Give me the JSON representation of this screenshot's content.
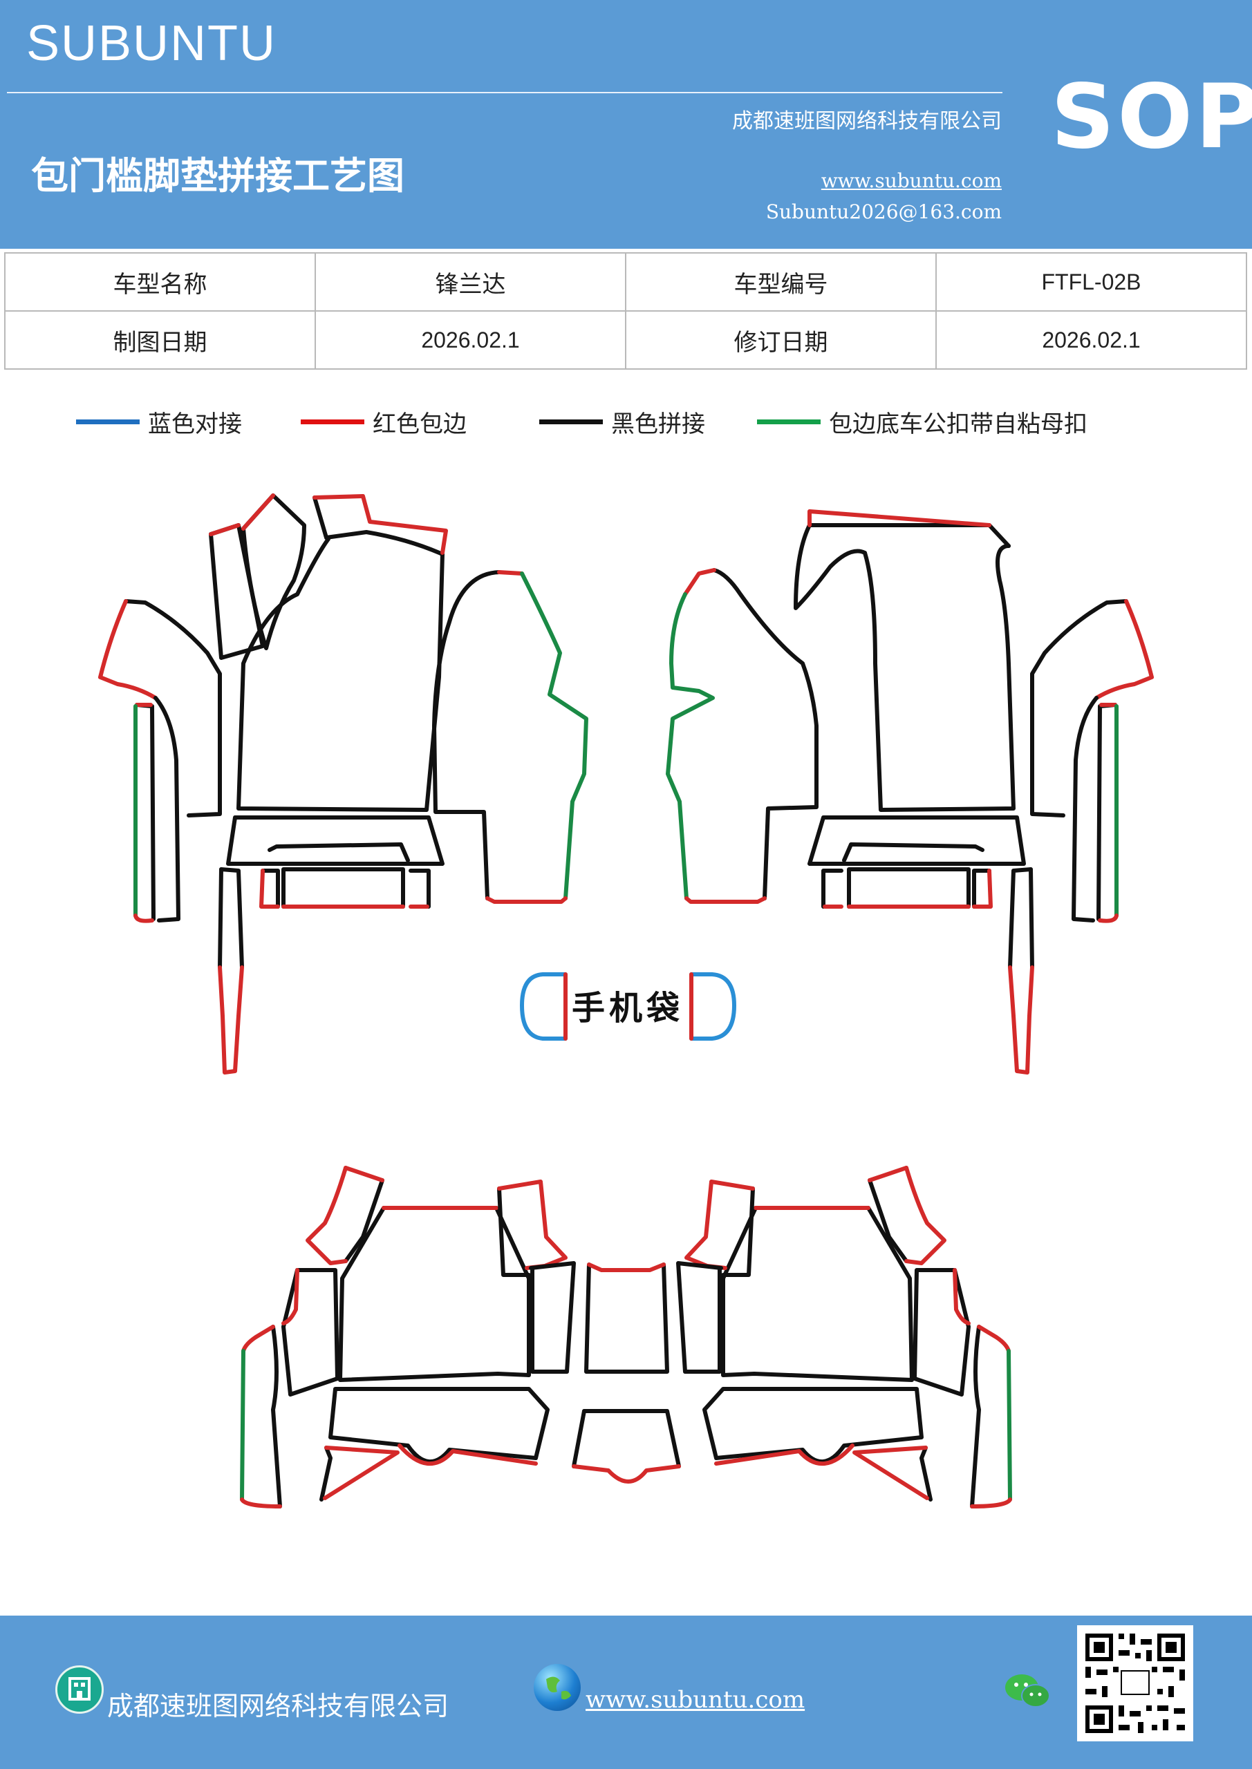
{
  "header": {
    "brand": "SUBUNTU",
    "company": "成都速班图网络科技有限公司",
    "title": "包门槛脚垫拼接工艺图",
    "website": "www.subuntu.com",
    "email": "Subuntu2026@163.com",
    "badge": "SOP"
  },
  "info_table": {
    "rows": [
      [
        "车型名称",
        "锋兰达",
        "车型编号",
        "FTFL-02B"
      ],
      [
        "制图日期",
        "2026.02.1",
        "修订日期",
        "2026.02.1"
      ]
    ]
  },
  "legend": [
    {
      "label": "蓝色对接",
      "color": "#1f6fc0"
    },
    {
      "label": "红色包边",
      "color": "#e01010"
    },
    {
      "label": "黑色拼接",
      "color": "#111111"
    },
    {
      "label": "包边底车公扣带自粘母扣",
      "color": "#14a04a"
    }
  ],
  "diagram": {
    "pocket_label": "手机袋",
    "stroke_colors": {
      "black": "#111111",
      "red": "#d42a2a",
      "green": "#1a8a45",
      "blue": "#2a8fd6"
    }
  },
  "footer": {
    "company": "成都速班图网络科技有限公司",
    "website": "www.subuntu.com",
    "icons": [
      "building-icon",
      "globe-icon",
      "wechat-icon",
      "qr-code-icon"
    ]
  }
}
